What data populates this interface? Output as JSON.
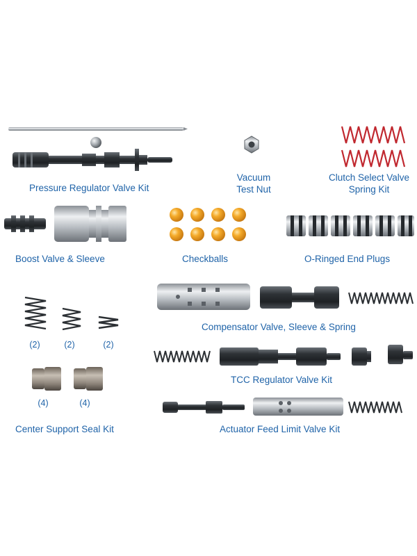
{
  "kit": {
    "labels": {
      "pressure_regulator": "Pressure Regulator Valve Kit",
      "vacuum_line1": "Vacuum",
      "vacuum_line2": "Test Nut",
      "clutch_line1": "Clutch Select Valve",
      "clutch_line2": "Spring Kit",
      "boost": "Boost Valve & Sleeve",
      "checkballs": "Checkballs",
      "oringed": "O-Ringed End Plugs",
      "compensator": "Compensator Valve, Sleeve & Spring",
      "tcc": "TCC Regulator Valve Kit",
      "center_support": "Center Support Seal Kit",
      "actuator": "Actuator Feed Limit Valve Kit"
    },
    "counts": {
      "spring1": "(2)",
      "spring2": "(2)",
      "spring3": "(2)",
      "seal1": "(4)",
      "seal2": "(4)"
    },
    "colors": {
      "label_text": "#1f63a8",
      "checkball": "#f0a020",
      "red_spring": "#c0282f",
      "metal_dark": "#2b2f33",
      "metal_light": "#c9cdd2"
    }
  }
}
